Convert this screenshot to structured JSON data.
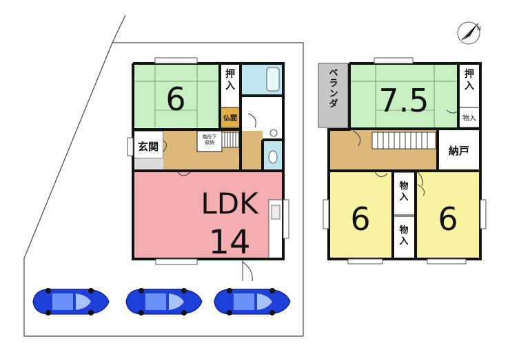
{
  "labels": {
    "f1_japanese_room_size": "6",
    "f1_oshiire": "押入",
    "f1_butsuma": "仏間",
    "f1_genkan": "玄関",
    "f1_under_stairs": "階段下\n収納",
    "f1_ldk": "LDK",
    "f1_ldk_size": "14",
    "f2_veranda": "ベランダ",
    "f2_japanese_room_size": "7.5",
    "f2_oshiire": "押入",
    "f2_monoire_top": "物入",
    "f2_nando": "納戸",
    "f2_monoire_a": "物入",
    "f2_monoire_b": "物入",
    "f2_western_left_size": "6",
    "f2_western_right_size": "6"
  },
  "icons": {
    "north": "north-arrow-icon",
    "car": "car-icon"
  },
  "colors": {
    "tatami": "#c9f0c4",
    "ldk": "#f4aeb2",
    "corridor": "#dcb97a",
    "bath": "#bfe6ef",
    "western": "#f7f3a3",
    "veranda": "#c7c7c7",
    "butsuma": "#e0b045",
    "car": "#1e3fd8"
  }
}
